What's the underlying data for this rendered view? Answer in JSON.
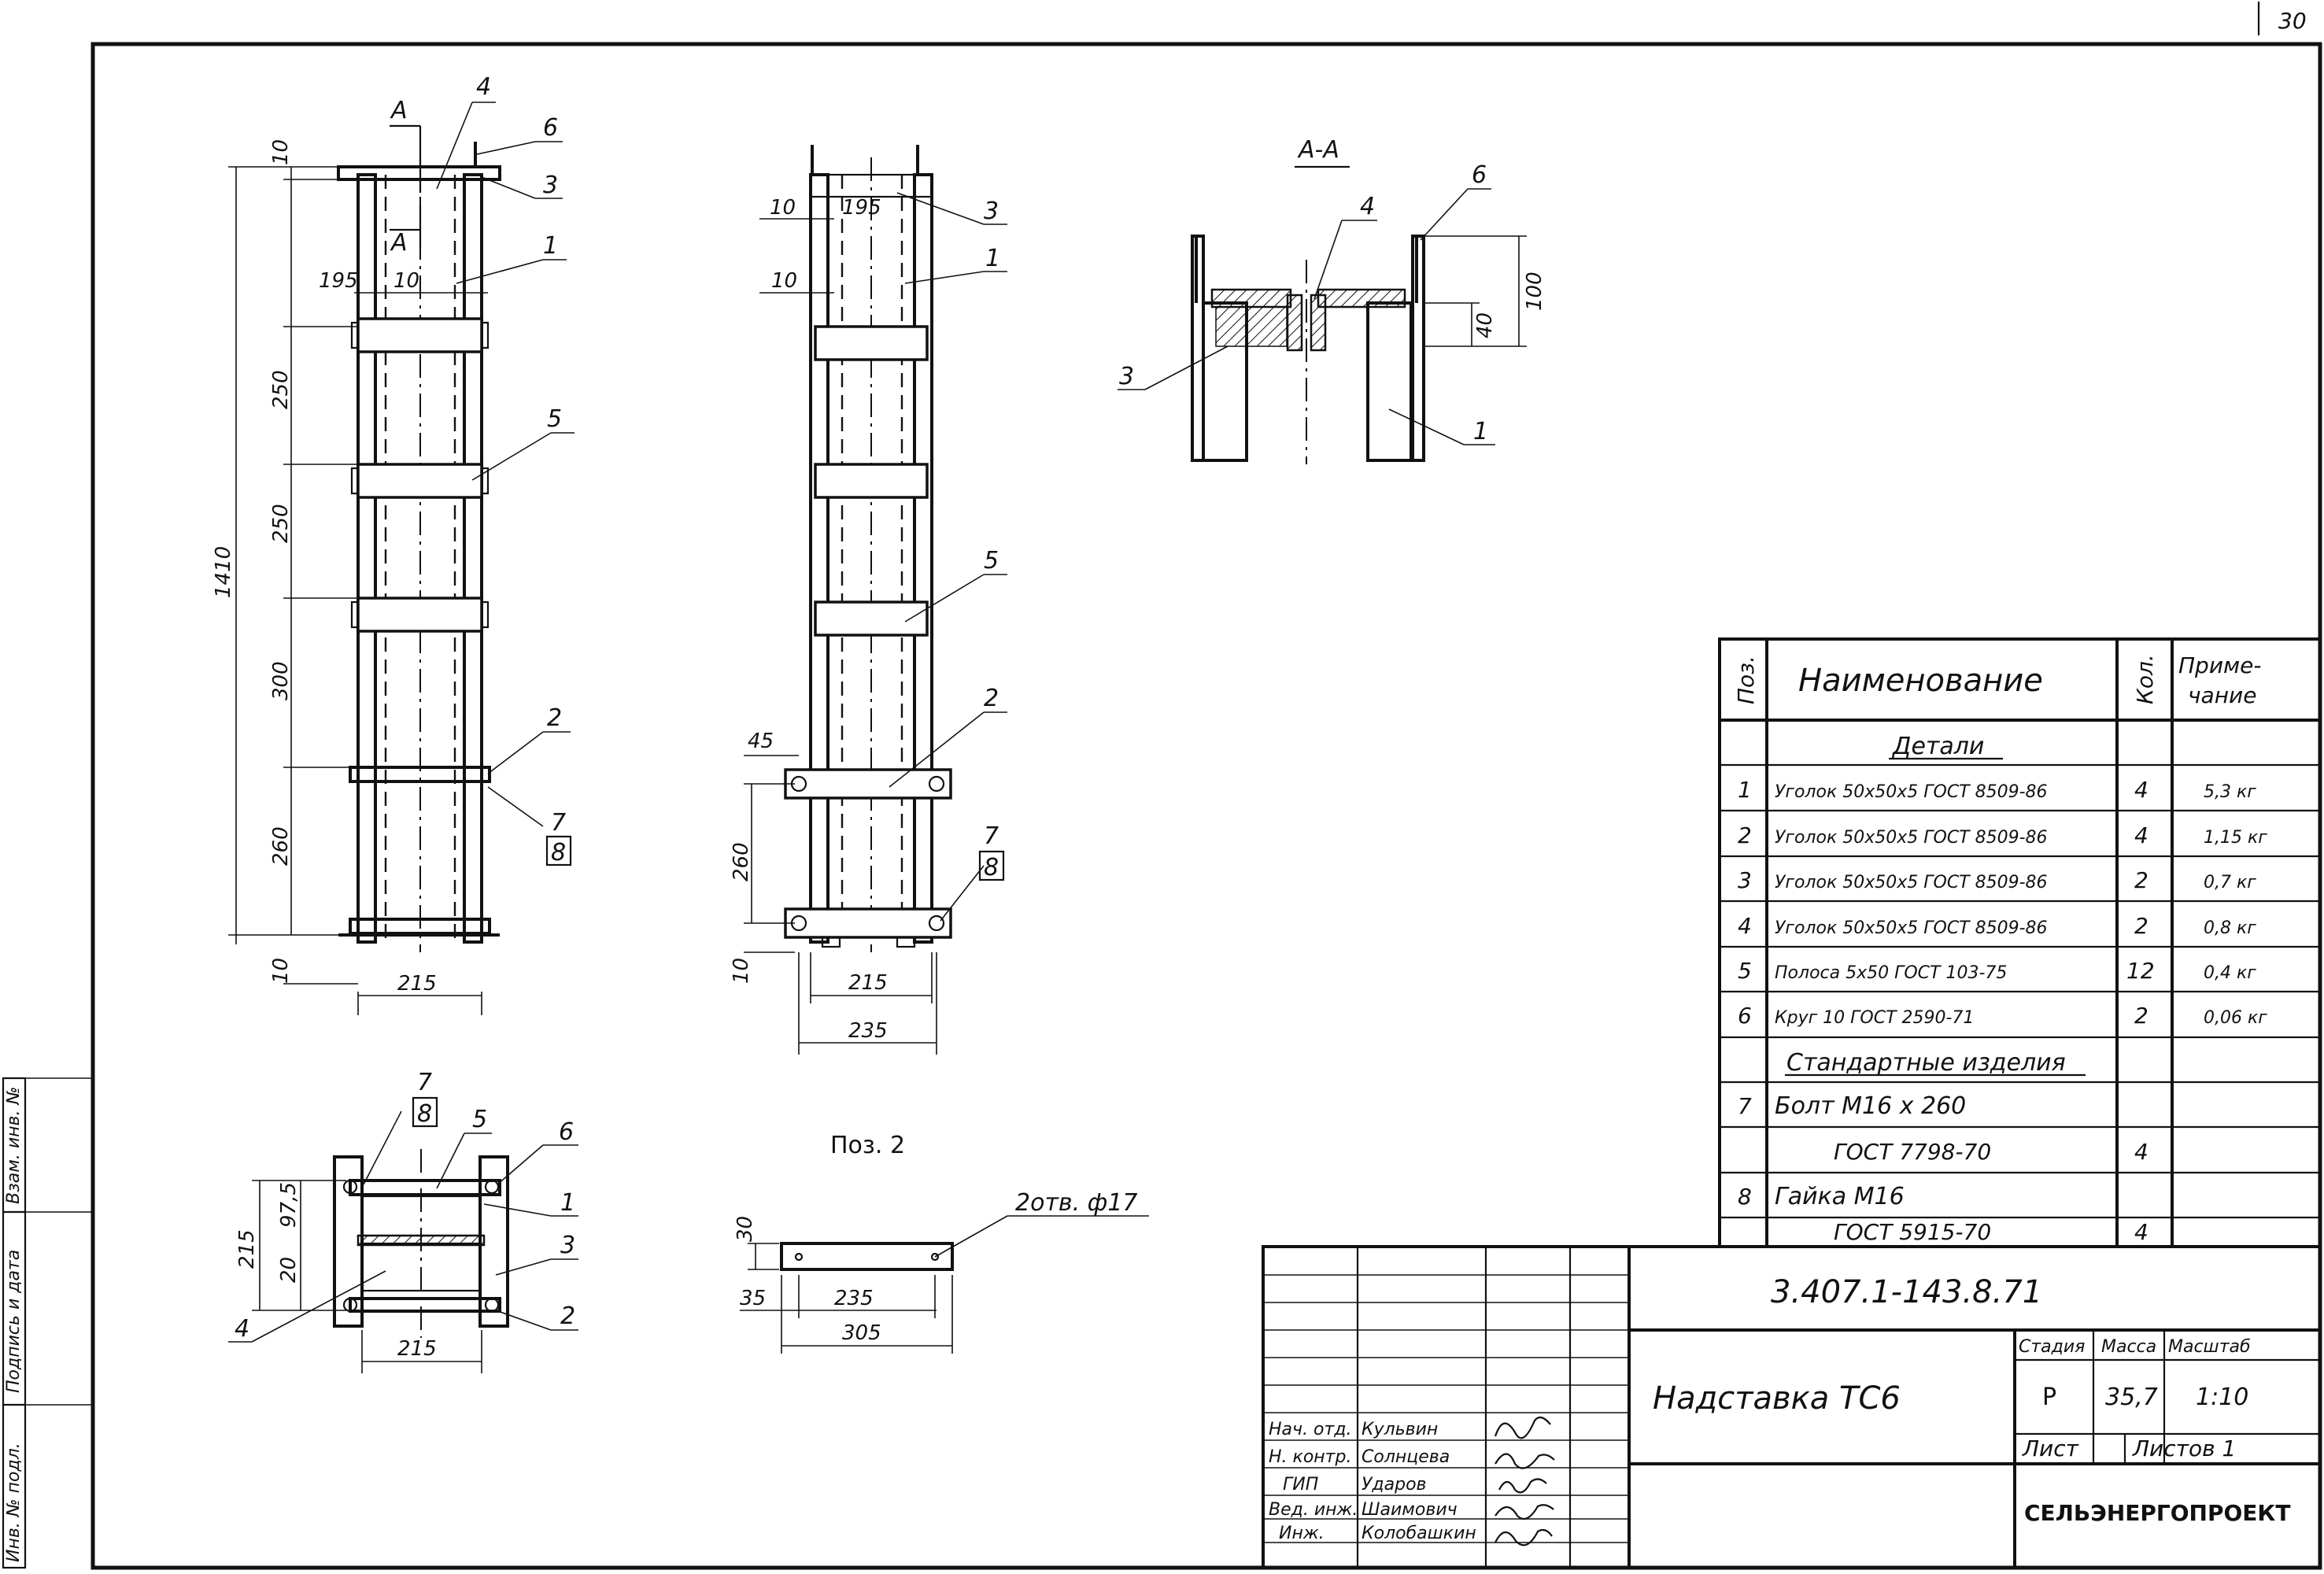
{
  "sheet_number": "30",
  "section_label": "А-А",
  "view_marker": "А",
  "section_caption": "Поз. 2",
  "hole_note": "2отв. ф17",
  "views": {
    "front": {
      "dims": [
        "10",
        "195",
        "10",
        "250",
        "250",
        "300",
        "260",
        "10",
        "215",
        "1410"
      ],
      "callouts": [
        "4",
        "6",
        "3",
        "1",
        "5",
        "2",
        "7",
        "8"
      ]
    },
    "side": {
      "dims": [
        "10",
        "195",
        "10",
        "45",
        "260",
        "10",
        "215",
        "235"
      ],
      "callouts": [
        "3",
        "1",
        "5",
        "2",
        "7",
        "8"
      ]
    },
    "section": {
      "dims": [
        "100",
        "40"
      ],
      "callouts": [
        "4",
        "6",
        "3",
        "1"
      ]
    },
    "plan": {
      "dims": [
        "215",
        "97,5",
        "20",
        "215"
      ],
      "callouts": [
        "7",
        "8",
        "5",
        "6",
        "1",
        "3",
        "2",
        "4"
      ]
    },
    "pos2": {
      "dims": [
        "30",
        "35",
        "235",
        "305"
      ]
    }
  },
  "spec_table": {
    "headers": {
      "pos": "Поз.",
      "name": "Наименование",
      "qty": "Кол.",
      "note": "Приме-\nчание"
    },
    "sections": {
      "details": "Детали",
      "standard": "Стандартные изделия"
    },
    "rows": [
      {
        "pos": "1",
        "name": "Уголок 50х50х5 ГОСТ 8509-86",
        "qty": "4",
        "note": "5,3 кг"
      },
      {
        "pos": "2",
        "name": "Уголок 50х50х5 ГОСТ 8509-86",
        "qty": "4",
        "note": "1,15 кг"
      },
      {
        "pos": "3",
        "name": "Уголок 50х50х5 ГОСТ 8509-86",
        "qty": "2",
        "note": "0,7 кг"
      },
      {
        "pos": "4",
        "name": "Уголок 50х50х5 ГОСТ 8509-86",
        "qty": "2",
        "note": "0,8 кг"
      },
      {
        "pos": "5",
        "name": "Полоса 5х50 ГОСТ 103-75",
        "qty": "12",
        "note": "0,4 кг"
      },
      {
        "pos": "6",
        "name": "Круг 10 ГОСТ 2590-71",
        "qty": "2",
        "note": "0,06 кг"
      }
    ],
    "std_rows": [
      {
        "pos": "7",
        "name": "Болт М16 х 260",
        "qty": "",
        "note": ""
      },
      {
        "pos": "",
        "name": "ГОСТ 7798-70",
        "qty": "4",
        "note": ""
      },
      {
        "pos": "8",
        "name": "Гайка М16",
        "qty": "",
        "note": ""
      },
      {
        "pos": "",
        "name": "ГОСТ 5915-70",
        "qty": "4",
        "note": ""
      }
    ]
  },
  "title_block": {
    "doc_code": "3.407.1-143.8.71",
    "title": "Надставка ТС6",
    "stage_label": "Стадия",
    "mass_label": "Масса",
    "scale_label": "Масштаб",
    "stage": "Р",
    "mass": "35,7",
    "scale": "1:10",
    "sheet_label": "Лист",
    "sheets_label": "Листов 1",
    "org": "СЕЛЬЭНЕРГОПРОЕКТ",
    "staff": [
      {
        "role": "Нач. отд.",
        "name": "Кульвин"
      },
      {
        "role": "Н. контр.",
        "name": "Солнцева"
      },
      {
        "role": "ГИП",
        "name": "Ударов"
      },
      {
        "role": "Вед. инж.",
        "name": "Шаимович"
      },
      {
        "role": "Инж.",
        "name": "Колобашкин"
      }
    ]
  },
  "side_strip": [
    "Инв. № подл.",
    "Подпись и дата",
    "Взам. инв. №"
  ]
}
